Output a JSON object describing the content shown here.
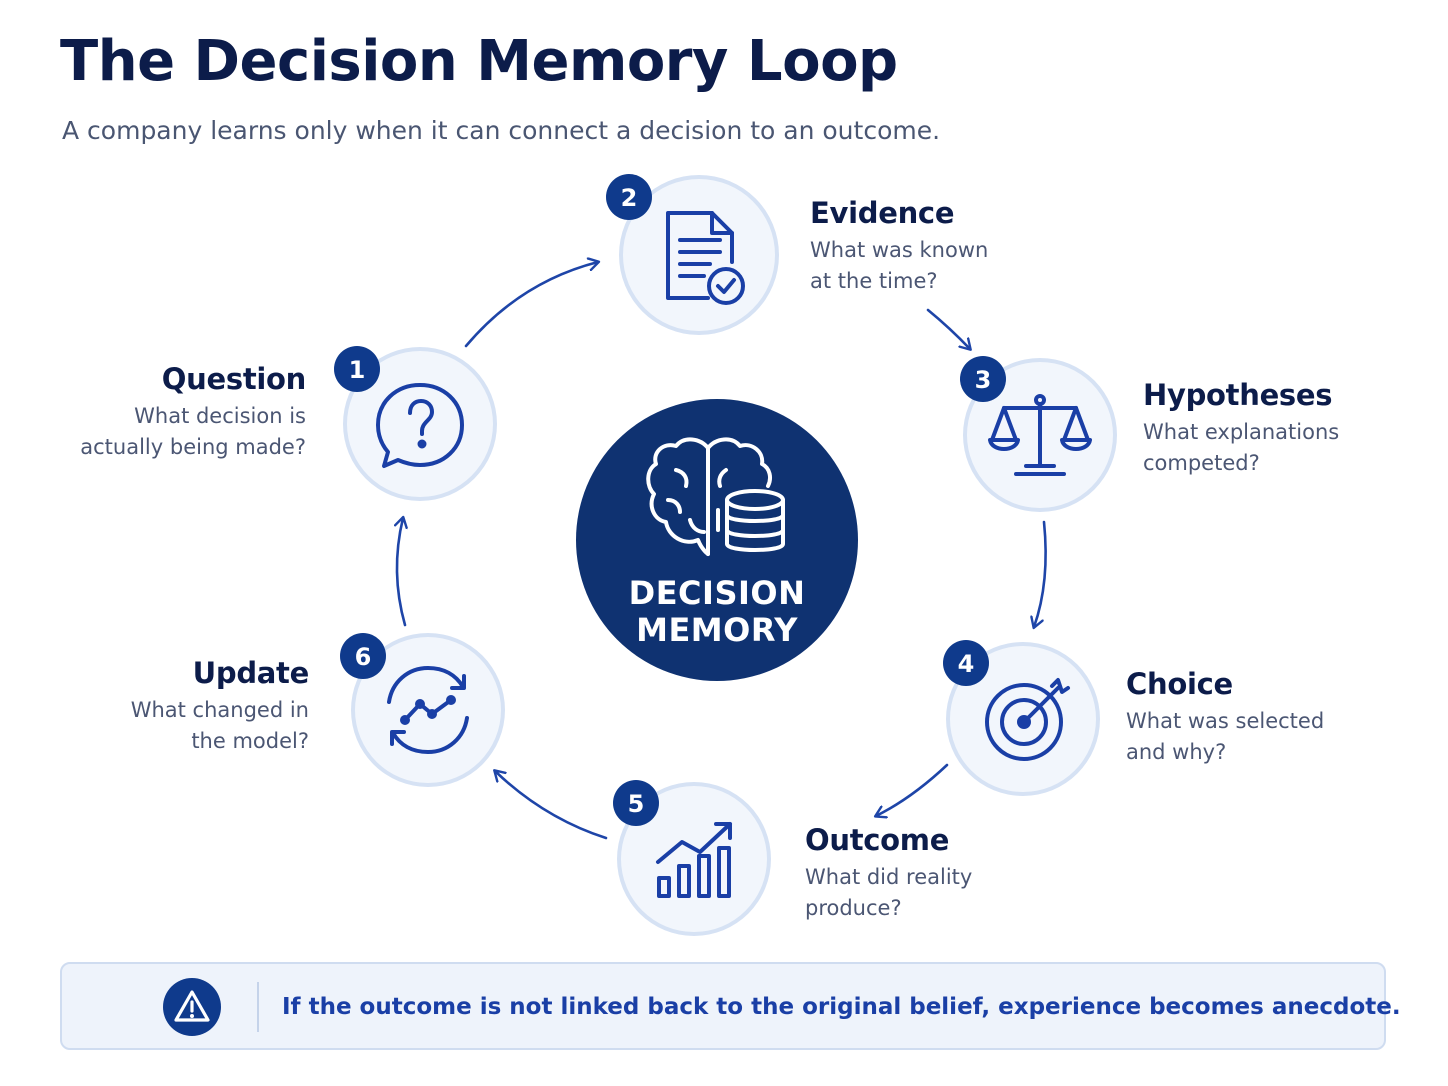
{
  "title": "The Decision Memory Loop",
  "subtitle": "A company learns only when it can connect a decision to an outcome.",
  "center": {
    "label": "DECISION\nMEMORY",
    "icon": "brain-database-icon"
  },
  "steps": [
    {
      "number": "1",
      "title": "Question",
      "description": "What decision is\nactually being made?",
      "icon": "question-bubble-icon"
    },
    {
      "number": "2",
      "title": "Evidence",
      "description": "What was known\nat the time?",
      "icon": "document-check-icon"
    },
    {
      "number": "3",
      "title": "Hypotheses",
      "description": "What explanations\ncompeted?",
      "icon": "balance-scale-icon"
    },
    {
      "number": "4",
      "title": "Choice",
      "description": "What was selected\nand why?",
      "icon": "target-arrow-icon"
    },
    {
      "number": "5",
      "title": "Outcome",
      "description": "What did reality\nproduce?",
      "icon": "bar-chart-growth-icon"
    },
    {
      "number": "6",
      "title": "Update",
      "description": "What changed in\nthe model?",
      "icon": "refresh-trend-icon"
    }
  ],
  "footer": {
    "message": "If the outcome is not linked back to the original belief, experience becomes anecdote.",
    "icon": "warning-icon"
  },
  "colors": {
    "navy": "#0f3a8c",
    "dark_navy": "#0c1c4a",
    "accent_blue": "#1a3fa6",
    "node_fill": "#f0f4fc",
    "node_ring": "#d4e0f3"
  }
}
